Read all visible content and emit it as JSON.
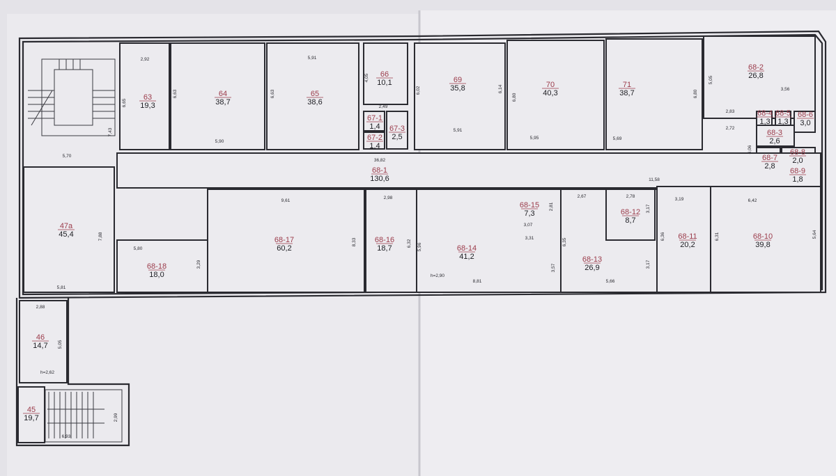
{
  "rooms": [
    {
      "id": "63",
      "area": "19,3"
    },
    {
      "id": "64",
      "area": "38,7"
    },
    {
      "id": "65",
      "area": "38,6"
    },
    {
      "id": "66",
      "area": "10,1"
    },
    {
      "id": "67-1",
      "area": "1,4"
    },
    {
      "id": "67-2",
      "area": "1,4"
    },
    {
      "id": "67-3",
      "area": "2,5"
    },
    {
      "id": "69",
      "area": "35,8"
    },
    {
      "id": "70",
      "area": "40,3"
    },
    {
      "id": "71",
      "area": "38,7"
    },
    {
      "id": "68-2",
      "area": "26,8"
    },
    {
      "id": "68-4",
      "area": "1,3"
    },
    {
      "id": "68-5",
      "area": "1,3"
    },
    {
      "id": "68-6",
      "area": "3,0"
    },
    {
      "id": "68-3",
      "area": "2,6"
    },
    {
      "id": "68-7",
      "area": "2,8"
    },
    {
      "id": "68-8",
      "area": "2,0"
    },
    {
      "id": "68-9",
      "area": "1,8"
    },
    {
      "id": "68-1",
      "area": "130,6"
    },
    {
      "id": "47a",
      "area": "45,4"
    },
    {
      "id": "68-18",
      "area": "18,0"
    },
    {
      "id": "68-17",
      "area": "60,2"
    },
    {
      "id": "68-16",
      "area": "18,7"
    },
    {
      "id": "68-15",
      "area": "7,3"
    },
    {
      "id": "68-14",
      "area": "41,2"
    },
    {
      "id": "68-13",
      "area": "26,9"
    },
    {
      "id": "68-12",
      "area": "8,7"
    },
    {
      "id": "68-11",
      "area": "20,2"
    },
    {
      "id": "68-10",
      "area": "39,8"
    },
    {
      "id": "46",
      "area": "14,7"
    },
    {
      "id": "45",
      "area": "19,7"
    }
  ],
  "dimensions": [
    "2,92",
    "5,91",
    "6,65",
    "6,63",
    "6,63",
    "4,05",
    "2,49",
    "7,43",
    "5,90",
    "5,70",
    "36,82",
    "6,02",
    "6,14",
    "6,80",
    "5,91",
    "5,95",
    "6,80",
    "5,69",
    "5,05",
    "3,56",
    "2,83",
    "2,72",
    "4,06",
    "11,58",
    "9,61",
    "2,98",
    "5,80",
    "7,88",
    "3,29",
    "8,33",
    "6,32",
    "5,96",
    "2,67",
    "2,78",
    "3,19",
    "6,42",
    "2,81",
    "3,17",
    "3,07",
    "3,31",
    "6,35",
    "6,36",
    "6,31",
    "5,64",
    "3,57",
    "3,17",
    "8,81",
    "5,66",
    "h=2,90",
    "5,81",
    "2,88",
    "5,05",
    "h=2,62",
    "2,99",
    "6,93"
  ]
}
